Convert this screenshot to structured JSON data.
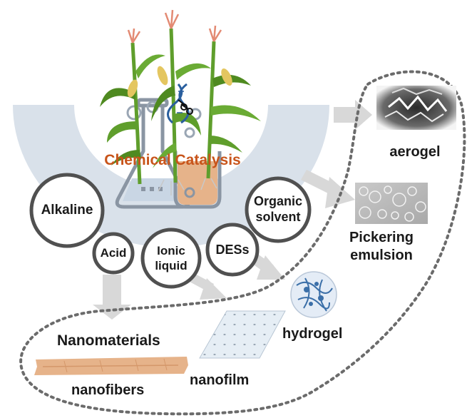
{
  "title": "Chemical Catalysis",
  "colors": {
    "title": "#c8541a",
    "u_band": "#d9e1ea",
    "circle_stroke": "#505050",
    "dashed_line": "#6b6b6b",
    "arrow": "#d8d8d8",
    "nanofiber": "#e6b38a",
    "plant_leaf": "#5f9e2c",
    "tassel": "#e38a73",
    "dna": "#2a5f9e",
    "hydrogel": "#3b6fa8",
    "flask_outline": "#8a95a3"
  },
  "methods": [
    {
      "name": "alkaline",
      "label": "Alkaline"
    },
    {
      "name": "acid",
      "label": "Acid"
    },
    {
      "name": "ionic-liquid",
      "label_line1": "Ionic",
      "label_line2": "liquid"
    },
    {
      "name": "dess",
      "label": "DESs"
    },
    {
      "name": "organic-solvent",
      "label_line1": "Organic",
      "label_line2": "solvent"
    }
  ],
  "products": {
    "aerogel": "aerogel",
    "pickering_line1": "Pickering",
    "pickering_line2": "emulsion",
    "hydrogel": "hydrogel",
    "nanomaterials": "Nanomaterials",
    "nanofibers": "nanofibers",
    "nanofilm": "nanofilm"
  },
  "icons": [
    "corn-plant-icon",
    "dna-scissors-icon",
    "flask-icon",
    "beaker-icon",
    "aerogel-image-icon",
    "emulsion-image-icon",
    "hydrogel-network-icon",
    "nanofilm-sheet-icon",
    "nanofibers-strip-icon"
  ]
}
